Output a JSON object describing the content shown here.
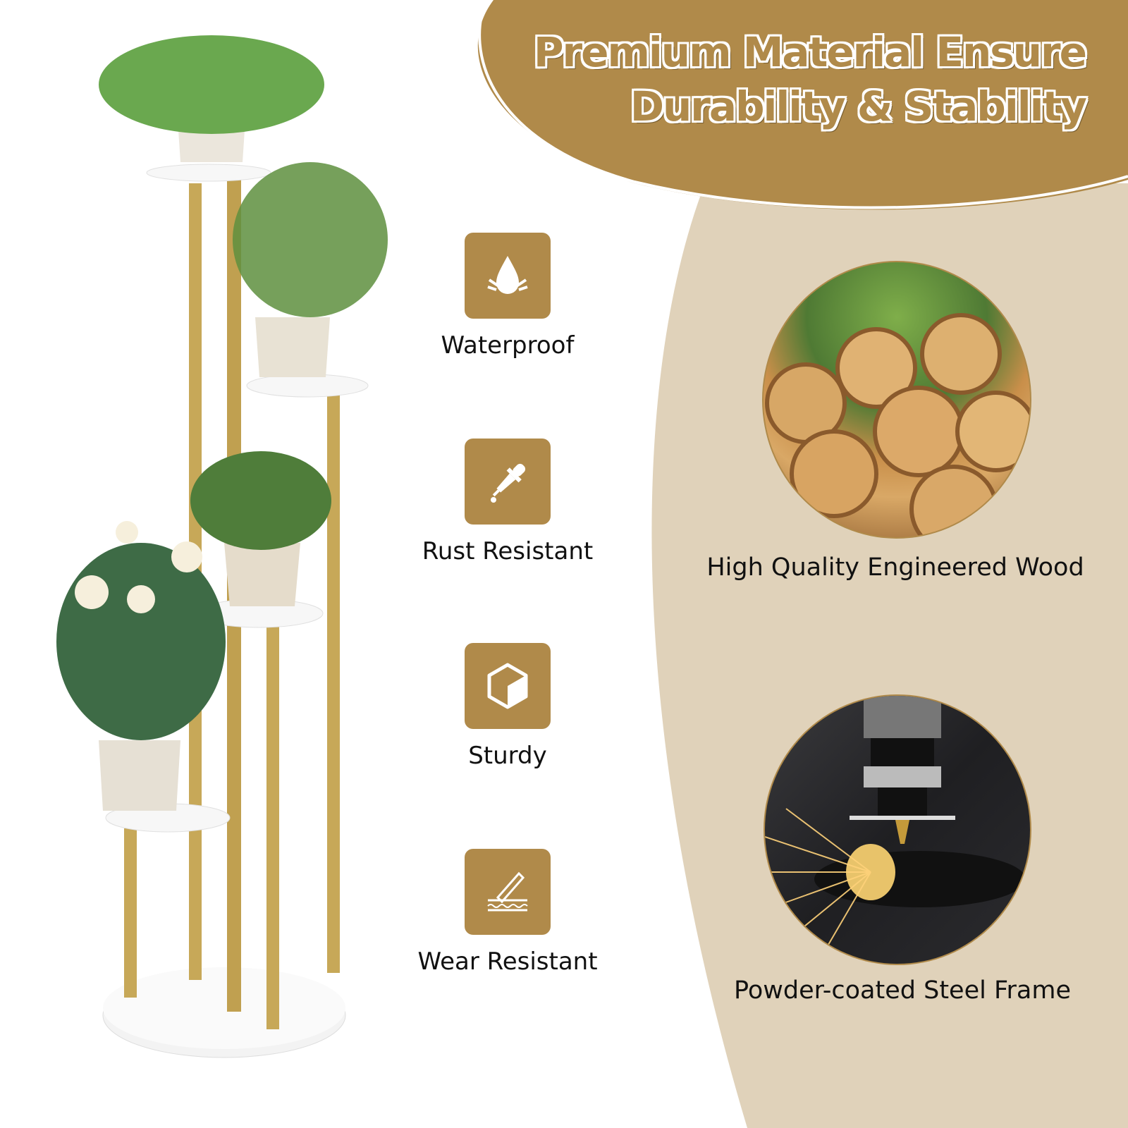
{
  "header": {
    "title_line1": "Premium Material Ensure",
    "title_line2": "Durability & Stability"
  },
  "colors": {
    "accent_gold": "#b08a4a",
    "panel_beige": "#e0d2ba",
    "text": "#111111",
    "background": "#ffffff"
  },
  "product": {
    "image_alt": "Gold metal 5-tier plant stand with white marble-look round shelves holding potted plants"
  },
  "features": [
    {
      "label": "Waterproof",
      "icon": "water-drop-splash-icon"
    },
    {
      "label": "Rust Resistant",
      "icon": "dropper-icon"
    },
    {
      "label": "Sturdy",
      "icon": "cube-icon"
    },
    {
      "label": "Wear Resistant",
      "icon": "scraper-surface-icon"
    }
  ],
  "materials": [
    {
      "caption": "High Quality Engineered Wood",
      "image_alt": "Stacked cut logs in a forest"
    },
    {
      "caption": "Powder-coated Steel Frame",
      "image_alt": "Laser cutting machine with sparks on steel tube"
    }
  ]
}
